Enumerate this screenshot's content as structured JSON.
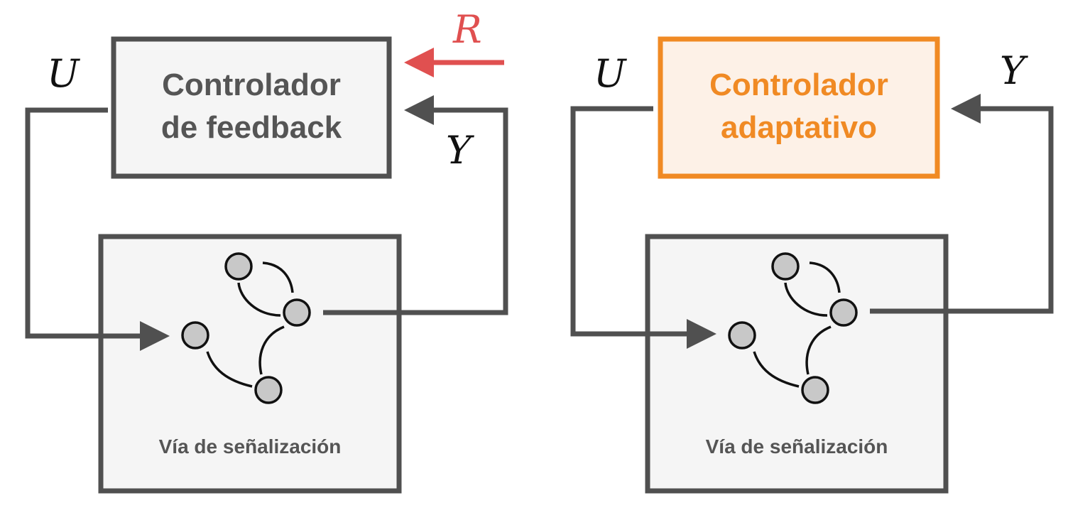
{
  "colors": {
    "box_border": "#505050",
    "box_fill": "#f5f5f5",
    "text_dark": "#555555",
    "adaptive_orange": "#f08a24",
    "adaptive_fill": "#fdf1e7",
    "reference_red": "#e05050"
  },
  "left": {
    "controller_line1": "Controlador",
    "controller_line2": "de feedback",
    "pathway_label": "Vía de señalización",
    "u_label": "U",
    "y_label": "Y",
    "r_label": "R"
  },
  "right": {
    "controller_line1": "Controlador",
    "controller_line2": "adaptativo",
    "pathway_label": "Vía de señalización",
    "u_label": "U",
    "y_label": "Y"
  }
}
